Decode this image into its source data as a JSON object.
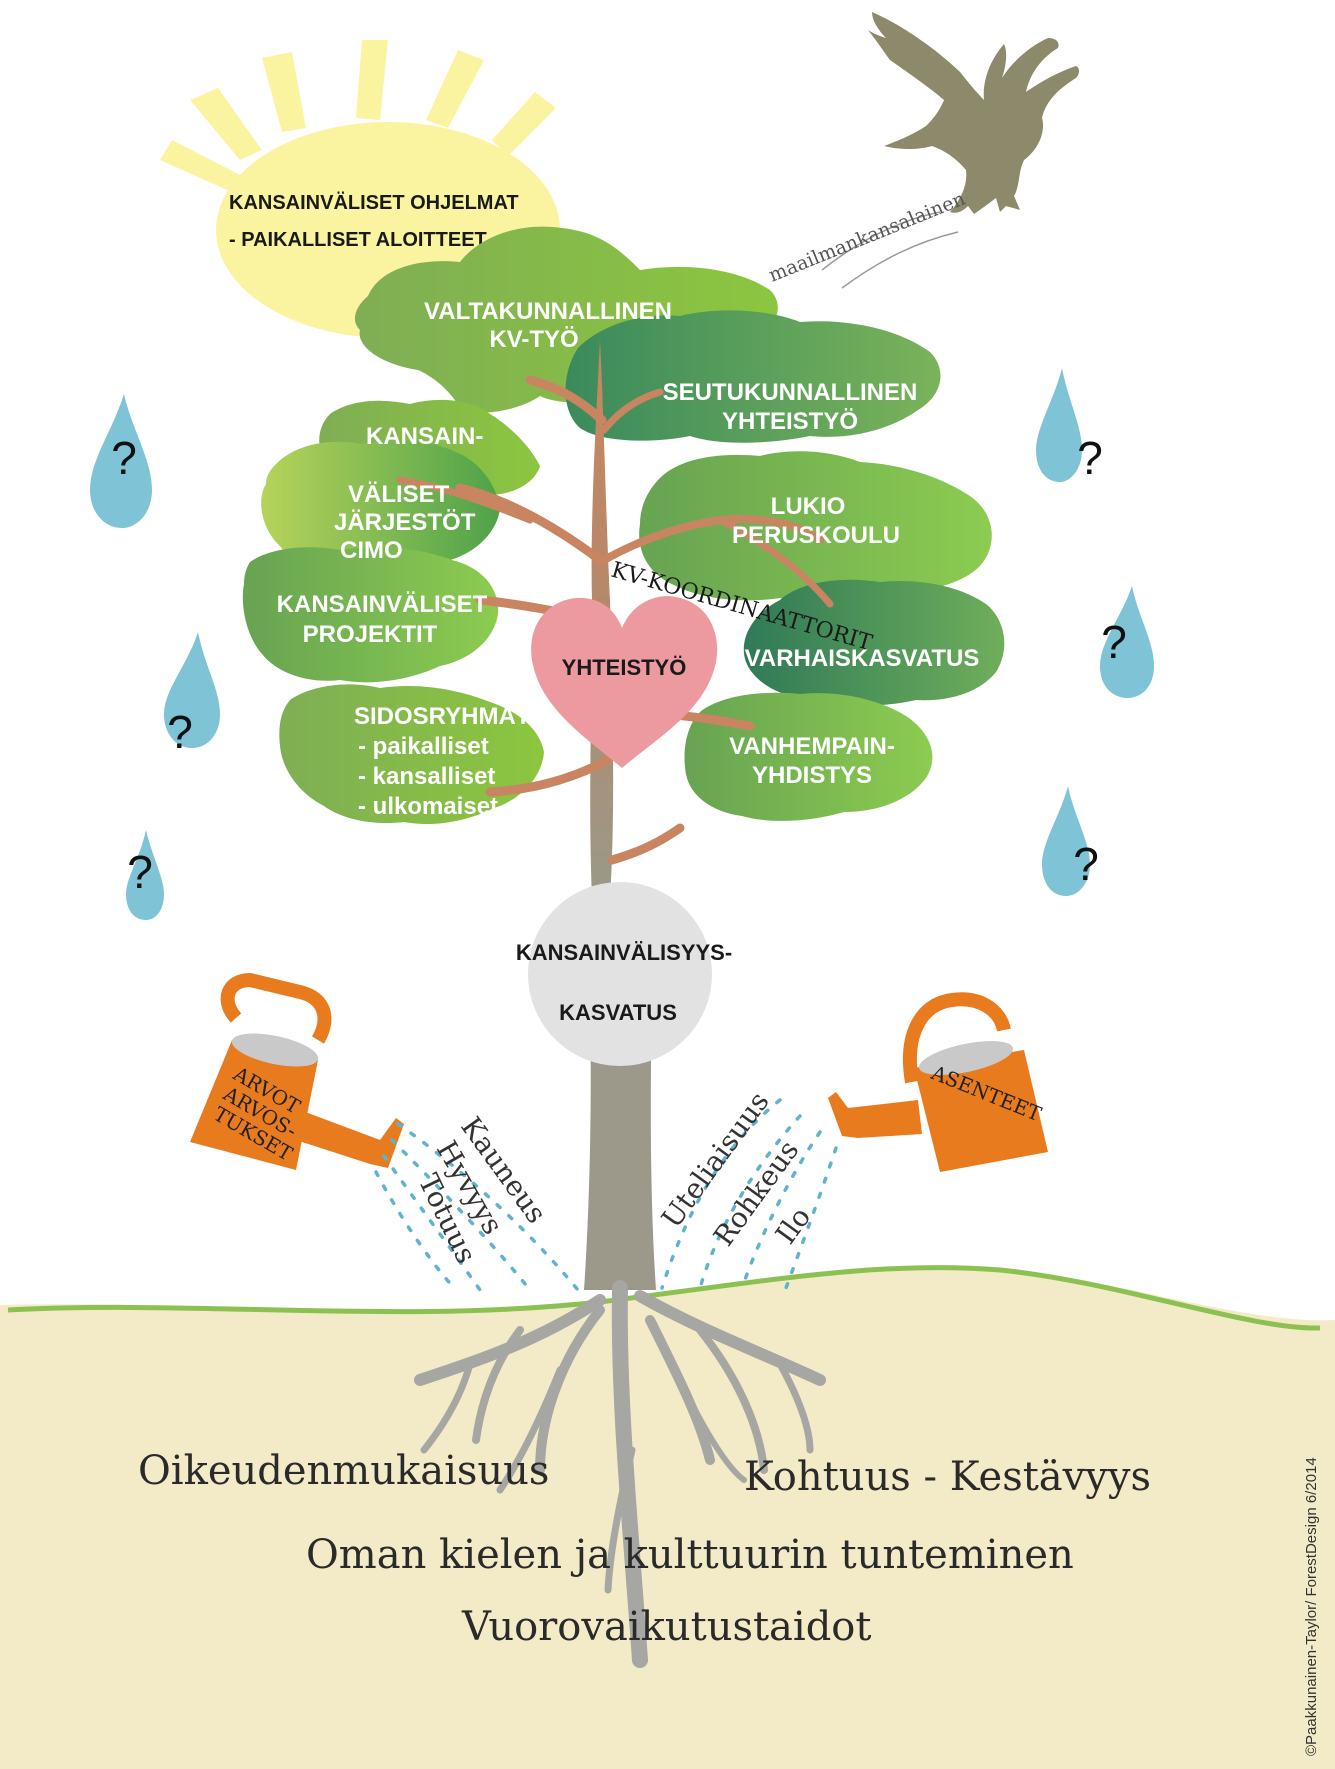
{
  "sun": {
    "line1": "KANSAINVÄLISET OHJELMAT",
    "line2": "- PAIKALLISET ALOITTEET"
  },
  "bird_caption": "maailmankansalainen",
  "canopy": {
    "valtakunnallinen": [
      "VALTAKUNNALLINEN",
      "KV-TYÖ"
    ],
    "seutukunnallinen": [
      "SEUTUKUNNALLINEN",
      "YHTEISTYÖ"
    ],
    "kansain": "KANSAIN-",
    "valiset": [
      "VÄLISET",
      "JÄRJESTÖT",
      "CIMO"
    ],
    "lukio": [
      "LUKIO",
      "PERUSKOULU"
    ],
    "koordinaattorit": "KV-KOORDINAATTORIT",
    "projektit": [
      "KANSAINVÄLISET",
      "PROJEKTIT"
    ],
    "varhaiskasvatus": "VARHAISKASVATUS",
    "sidosryhmat": [
      "SIDOSRYHMÄT",
      "- paikalliset",
      "- kansalliset",
      "- ulkomaiset"
    ],
    "vanhempain": [
      "VANHEMPAIN-",
      "YHDISTYS"
    ]
  },
  "heart_label": "YHTEISTYÖ",
  "circle": [
    "KANSAINVÄLISYYS-",
    "KASVATUS"
  ],
  "left_can": {
    "label": [
      "ARVOT",
      "ARVOS-",
      "TUKSET"
    ],
    "spray": [
      "Kauneus",
      "Hyvyys",
      "Totuus"
    ]
  },
  "right_can": {
    "label": "ASENTEET",
    "spray": [
      "Uteliaisuus",
      "Rohkeus",
      "Ilo"
    ]
  },
  "question_mark": "?",
  "roots": {
    "left": "Oikeudenmukaisuus",
    "right": "Kohtuus - Kestävyys",
    "middle": "Oman kielen ja kulttuurin tunteminen",
    "bottom": "Vuorovaikutustaidot"
  },
  "copyright": "©Paakkunainen-Taylor/ ForestDesign 6/2014",
  "colors": {
    "sun": "#faf4a0",
    "soil": "#f3ebc7",
    "grass_line": "#8cc152",
    "trunk": "#c98562",
    "trunk_lower": "#9d8c73",
    "roots": "#a6a6a3",
    "heart": "#ec9aa0",
    "circle": "#e2e2e2",
    "drop": "#7ec3d6",
    "can": "#e87b1e",
    "bird": "#8c8a6a"
  }
}
